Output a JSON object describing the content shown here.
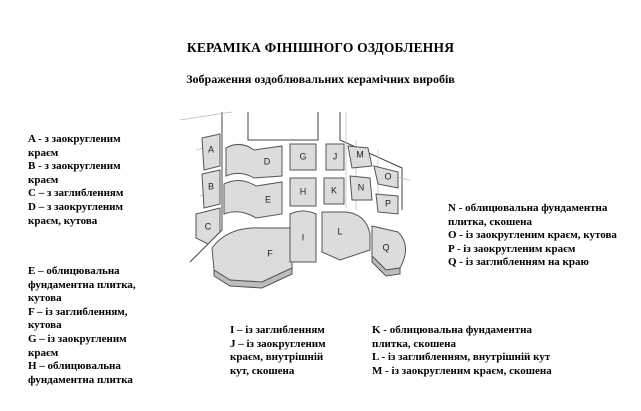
{
  "title": "КЕРАМІКА ФІНІШНОГО ОЗДОБЛЕННЯ",
  "subtitle": "Зображення оздоблювальних керамічних виробів",
  "legend_ad": [
    "A - з заокругленим\nкраєм",
    "B - з заокругленим\nкраєм",
    "C – з заглибленням",
    "D – з заокругленим\nкраєм, кутова"
  ],
  "legend_eh": [
    "E – облицювальна\nфундаментна плитка,\nкутова",
    "F – із заглибленням,\nкутова",
    "G – із заокругленим\nкраєм",
    "H – облицювальна\nфундаментна плитка"
  ],
  "legend_ij": [
    "I – із заглибленням",
    "J – із заокругленим\nкраєм, внутрішній\nкут, скошена"
  ],
  "legend_km": [
    "K - облицювальна фундаментна\nплитка, скошена",
    "L - із заглибленням, внутрішній кут",
    "M - із заокругленим краєм, скошена"
  ],
  "legend_nq": [
    "N - облицювальна фундаментна\nплитка, скошена",
    "O - із заокругленим краєм, кутова",
    "P - із заокругленим краєм",
    "Q - із заглибленням на краю"
  ],
  "tile_letters": [
    "A",
    "B",
    "C",
    "D",
    "E",
    "F",
    "G",
    "H",
    "I",
    "J",
    "K",
    "L",
    "M",
    "N",
    "O",
    "P",
    "Q"
  ]
}
